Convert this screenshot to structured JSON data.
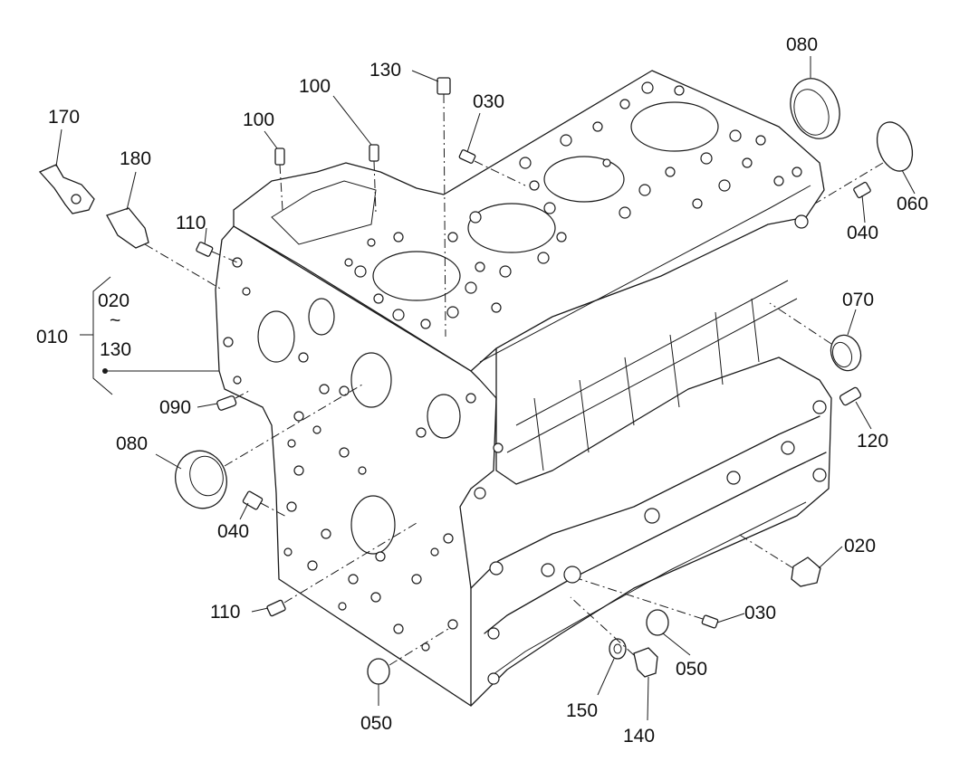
{
  "callouts": {
    "p170": "170",
    "p180": "180",
    "p110a": "110",
    "p100a": "100",
    "p100b": "100",
    "p130top": "130",
    "p030top": "030",
    "p080top": "080",
    "p060": "060",
    "p040right": "040",
    "p070": "070",
    "p120": "120",
    "p020right": "020",
    "p030bottom": "030",
    "p050right": "050",
    "p140": "140",
    "p150": "150",
    "p050left": "050",
    "p110b": "110",
    "p040left": "040",
    "p080left": "080",
    "p090": "090",
    "p010": "010",
    "range_start": "020",
    "range_tilde": "~",
    "range_end": "130"
  }
}
